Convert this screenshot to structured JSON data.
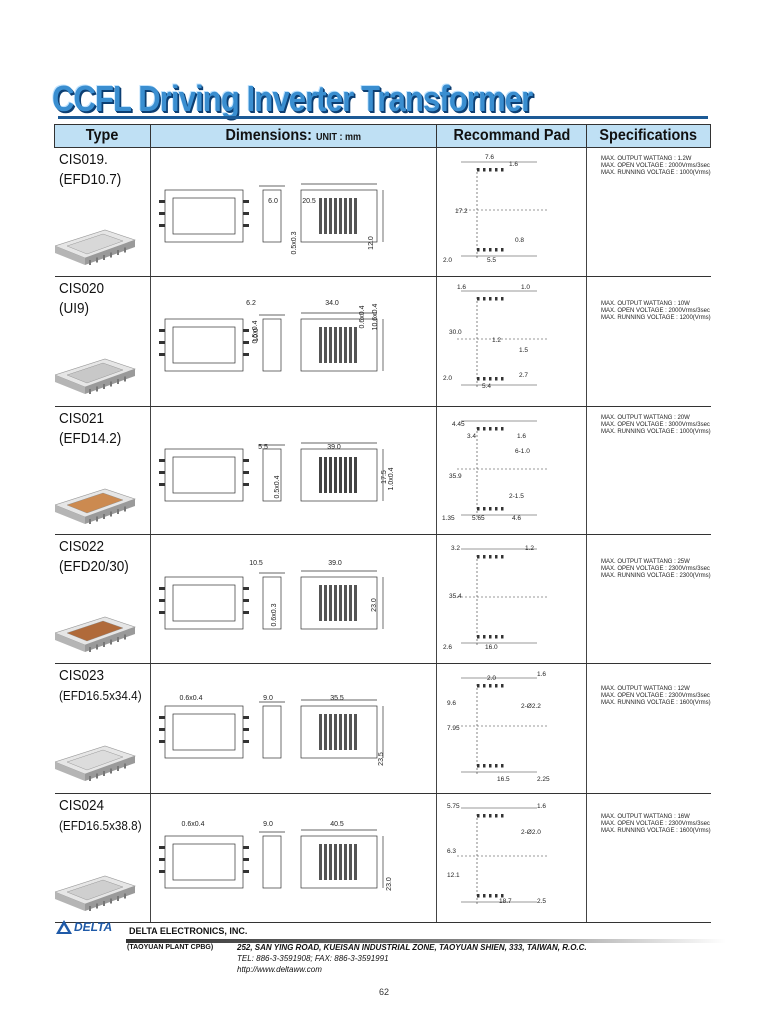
{
  "title": "CCFL Driving Inverter Transformer",
  "header": {
    "type": "Type",
    "dimensions": "Dimensions:",
    "unit": "UNIT : mm",
    "pad": "Recommand Pad",
    "specs": "Specifications"
  },
  "rows": [
    {
      "code": "CIS019.",
      "core": "(EFD10.7)",
      "dims": [
        "6.0",
        "20.5",
        "0.5x0.3",
        "12.0"
      ],
      "pad": [
        "7.6",
        "1.6",
        "17.2",
        "0.8",
        "2.0",
        "5.5"
      ],
      "spec": [
        "MAX. OUTPUT WATTANG : 1.2W",
        "MAX. OPEN VOLTAGE : 2000Vrms/3sec",
        "MAX. RUNNING VOLTAGE : 1000(Vrms)"
      ]
    },
    {
      "code": "CIS020",
      "core": "(UI9)",
      "dims": [
        "6.2",
        "34.0",
        "0.5x0.4",
        "10.0",
        "0.6x0.4",
        "10.6x0.4"
      ],
      "pad": [
        "1.6",
        "1.0",
        "30.0",
        "1.2",
        "1.5",
        "2.0",
        "2.7",
        "5.4"
      ],
      "spec": [
        "MAX. OUTPUT WATTANG : 10W",
        "MAX. OPEN VOLTAGE : 2000Vrms/3sec",
        "MAX. RUNNING VOLTAGE : 1200(Vrms)"
      ]
    },
    {
      "code": "CIS021",
      "core": "(EFD14.2)",
      "dims": [
        "5.5",
        "39.0",
        "0.5x0.4",
        "17.5",
        "1.0x0.4"
      ],
      "pad": [
        "4.45",
        "3.4",
        "1.6",
        "6-1.0",
        "35.9",
        "2-1.5",
        "1.35",
        "5.65",
        "4.6"
      ],
      "spec": [
        "MAX. OUTPUT WATTANG : 20W",
        "MAX. OPEN VOLTAGE : 3000Vrms/3sec",
        "MAX. RUNNING VOLTAGE : 1000(Vrms)"
      ]
    },
    {
      "code": "CIS022",
      "core": "(EFD20/30)",
      "dims": [
        "10.5",
        "39.0",
        "0.6x0.3",
        "23.0"
      ],
      "pad": [
        "3.2",
        "1.2",
        "35.4",
        "2.6",
        "16.0"
      ],
      "spec": [
        "MAX. OUTPUT WATTANG : 25W",
        "MAX. OPEN VOLTAGE : 2300Vrms/3sec",
        "MAX. RUNNING VOLTAGE : 2300(Vrms)"
      ]
    },
    {
      "code": "CIS023",
      "core": "(EFD16.5x34.4)",
      "dims": [
        "0.6x0.4",
        "9.0",
        "35.5",
        "23.5"
      ],
      "pad": [
        "2.0",
        "1.6",
        "9.6",
        "2-Ø2.2",
        "7.95",
        "16.5",
        "2.25"
      ],
      "spec": [
        "MAX. OUTPUT WATTANG : 12W",
        "MAX. OPEN VOLTAGE : 2300Vrms/3sec",
        "MAX. RUNNING VOLTAGE : 1600(Vrms)"
      ]
    },
    {
      "code": "CIS024",
      "core": "(EFD16.5x38.8)",
      "dims": [
        "0.6x0.4",
        "9.0",
        "40.5",
        "23.0"
      ],
      "pad": [
        "5.75",
        "1.6",
        "2-Ø2.0",
        "6.3",
        "12.1",
        "18.7",
        "2.5"
      ],
      "spec": [
        "MAX. OUTPUT WATTANG : 16W",
        "MAX. OPEN VOLTAGE : 2300Vrms/3sec",
        "MAX. RUNNING VOLTAGE : 1600(Vrms)"
      ]
    }
  ],
  "footer": {
    "logo": "DELTA",
    "company": "DELTA ELECTRONICS, INC.",
    "plant": "(TAOYUAN PLANT CPBG)",
    "address": "252, SAN YING ROAD, KUEISAN INDUSTRIAL ZONE, TAOYUAN SHIEN, 333, TAIWAN, R.O.C.",
    "tel": "TEL: 886-3-3591908; FAX: 886-3-3591991",
    "web": "http://www.deltaww.com"
  },
  "page_number": "62"
}
